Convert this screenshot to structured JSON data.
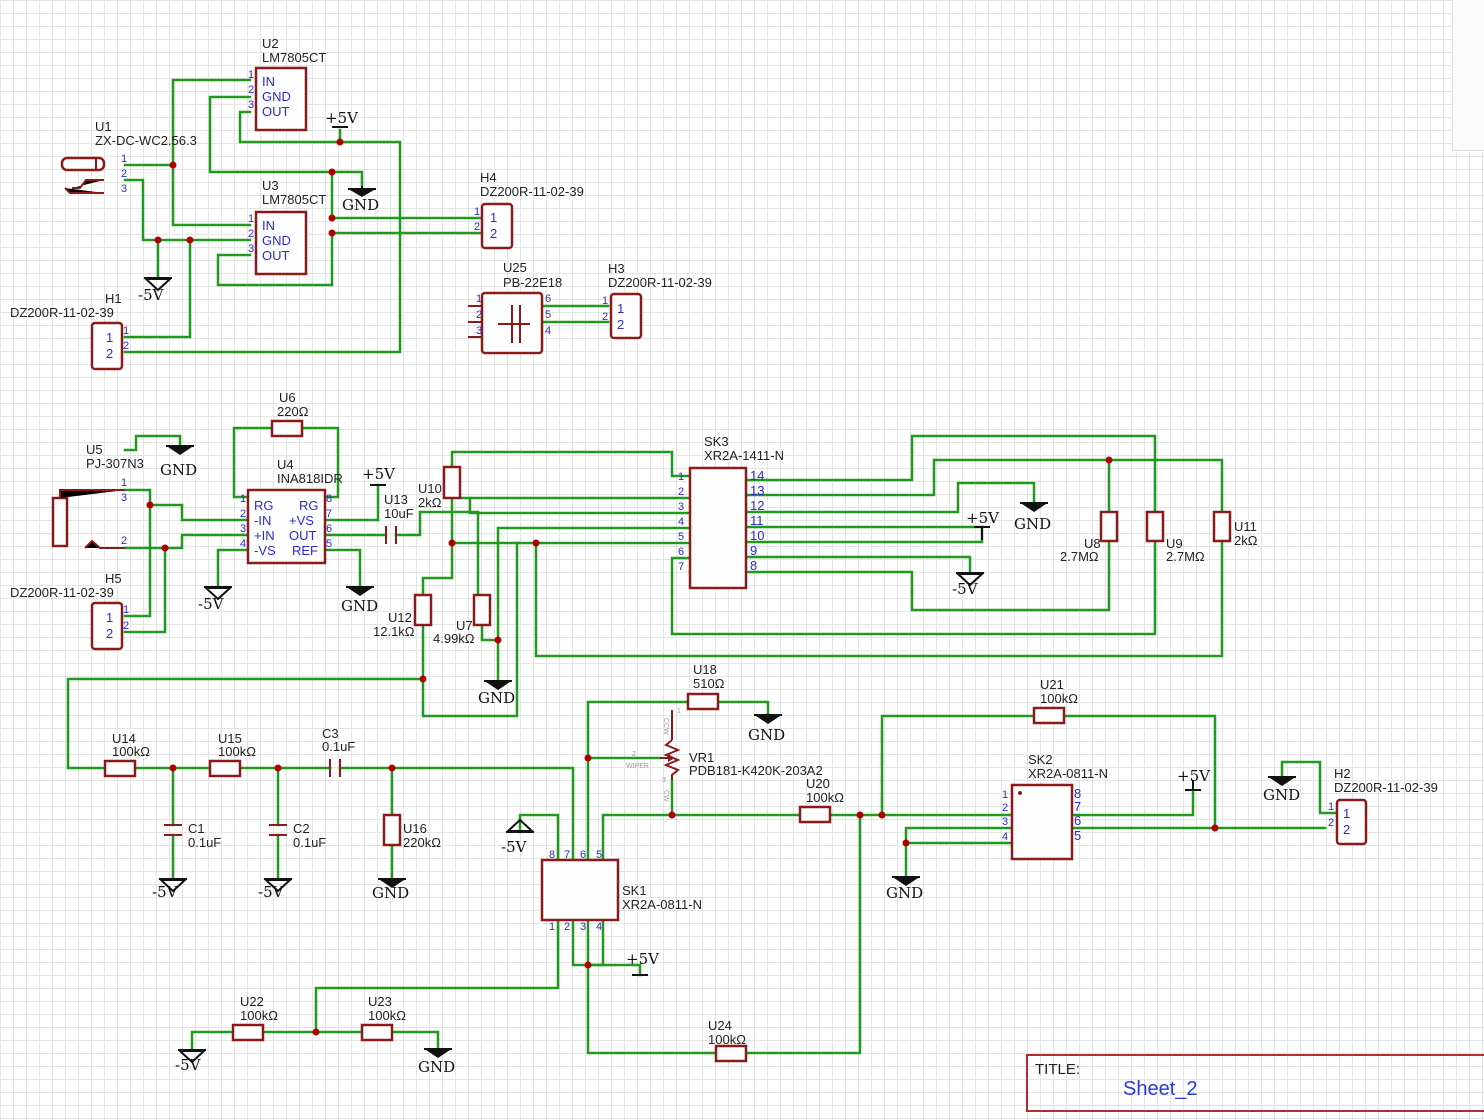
{
  "components": [
    {
      "ref": "U1",
      "value": "ZX-DC-WC2.56.3",
      "pins": [
        "1",
        "2",
        "3"
      ]
    },
    {
      "ref": "U2",
      "value": "LM7805CT",
      "pins": [
        "1",
        "2",
        "3"
      ],
      "pin_names": [
        "IN",
        "GND",
        "OUT"
      ]
    },
    {
      "ref": "U3",
      "value": "LM7805CT",
      "pins": [
        "1",
        "2",
        "3"
      ],
      "pin_names": [
        "IN",
        "GND",
        "OUT"
      ]
    },
    {
      "ref": "H4",
      "value": "DZ200R-11-02-39",
      "pins": [
        "1",
        "2"
      ]
    },
    {
      "ref": "H1",
      "value": "DZ200R-11-02-39",
      "pins": [
        "1",
        "2"
      ]
    },
    {
      "ref": "U25",
      "value": "PB-22E18",
      "pins": [
        "1",
        "2",
        "3",
        "4",
        "5",
        "6"
      ]
    },
    {
      "ref": "H3",
      "value": "DZ200R-11-02-39",
      "pins": [
        "1",
        "2"
      ]
    },
    {
      "ref": "U6",
      "value": "220Ω"
    },
    {
      "ref": "U5",
      "value": "PJ-307N3",
      "pins": [
        "1",
        "2",
        "3"
      ]
    },
    {
      "ref": "U4",
      "value": "INA818IDR",
      "pins": [
        "1",
        "2",
        "3",
        "4",
        "5",
        "6",
        "7",
        "8"
      ],
      "pin_names": [
        "RG",
        "-IN",
        "+IN",
        "-VS",
        "REF",
        "OUT",
        "+VS",
        "RG"
      ]
    },
    {
      "ref": "U13",
      "value": "10uF"
    },
    {
      "ref": "U10",
      "value": "2kΩ"
    },
    {
      "ref": "SK3",
      "value": "XR2A-1411-N",
      "pins": [
        "1",
        "2",
        "3",
        "4",
        "5",
        "6",
        "7",
        "8",
        "9",
        "10",
        "11",
        "12",
        "13",
        "14"
      ]
    },
    {
      "ref": "H5",
      "value": "DZ200R-11-02-39",
      "pins": [
        "1",
        "2"
      ]
    },
    {
      "ref": "U12",
      "value": "12.1kΩ"
    },
    {
      "ref": "U7",
      "value": "4.99kΩ"
    },
    {
      "ref": "U8",
      "value": "2.7MΩ"
    },
    {
      "ref": "U9",
      "value": "2.7MΩ"
    },
    {
      "ref": "U11",
      "value": "2kΩ"
    },
    {
      "ref": "U14",
      "value": "100kΩ"
    },
    {
      "ref": "U15",
      "value": "100kΩ"
    },
    {
      "ref": "C3",
      "value": "0.1uF"
    },
    {
      "ref": "C1",
      "value": "0.1uF"
    },
    {
      "ref": "C2",
      "value": "0.1uF"
    },
    {
      "ref": "U16",
      "value": "220kΩ"
    },
    {
      "ref": "U18",
      "value": "510Ω"
    },
    {
      "ref": "VR1",
      "value": "PDB181-K420K-203A2",
      "pin_labels": [
        "CCW",
        "WIPER",
        "CW"
      ],
      "pins": [
        "1",
        "2",
        "3"
      ]
    },
    {
      "ref": "U20",
      "value": "100kΩ"
    },
    {
      "ref": "U21",
      "value": "100kΩ"
    },
    {
      "ref": "SK2",
      "value": "XR2A-0811-N",
      "pins": [
        "1",
        "2",
        "3",
        "4",
        "5",
        "6",
        "7",
        "8"
      ]
    },
    {
      "ref": "H2",
      "value": "DZ200R-11-02-39",
      "pins": [
        "1",
        "2"
      ]
    },
    {
      "ref": "SK1",
      "value": "XR2A-0811-N",
      "pins": [
        "1",
        "2",
        "3",
        "4",
        "5",
        "6",
        "7",
        "8"
      ]
    },
    {
      "ref": "U22",
      "value": "100kΩ"
    },
    {
      "ref": "U23",
      "value": "100kΩ"
    },
    {
      "ref": "U24",
      "value": "100kΩ"
    }
  ],
  "power": {
    "gnd": "GND",
    "pos": "+5V",
    "neg": "-5V"
  },
  "title_block": {
    "label": "TITLE:",
    "sheet": "Sheet_2"
  },
  "colors": {
    "wire": "#1f9a1f",
    "component": "#8b1a1a",
    "pin_text": "#2b2bd0",
    "junction": "#b00000",
    "title_text": "#2a3ad8",
    "grid": "#e4e4e4"
  }
}
